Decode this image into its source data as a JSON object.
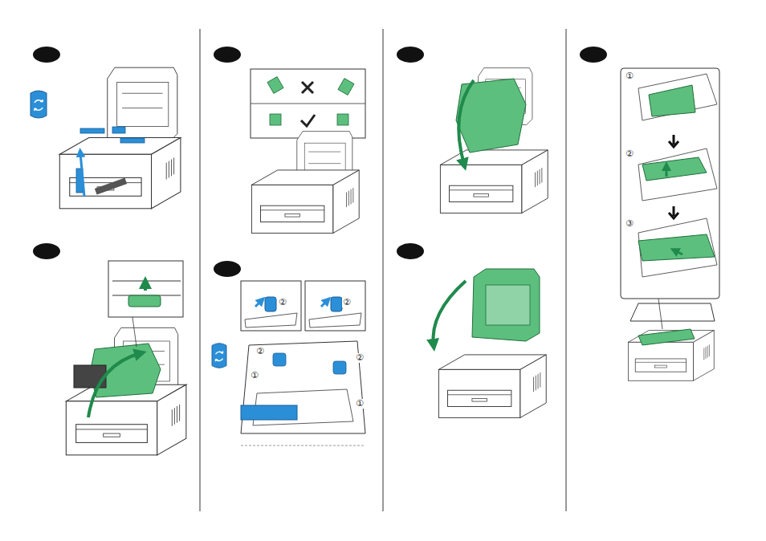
{
  "diagram": {
    "labels": [
      "②",
      "②",
      "②",
      "①",
      "②",
      "①",
      "①",
      "②",
      "③"
    ]
  }
}
